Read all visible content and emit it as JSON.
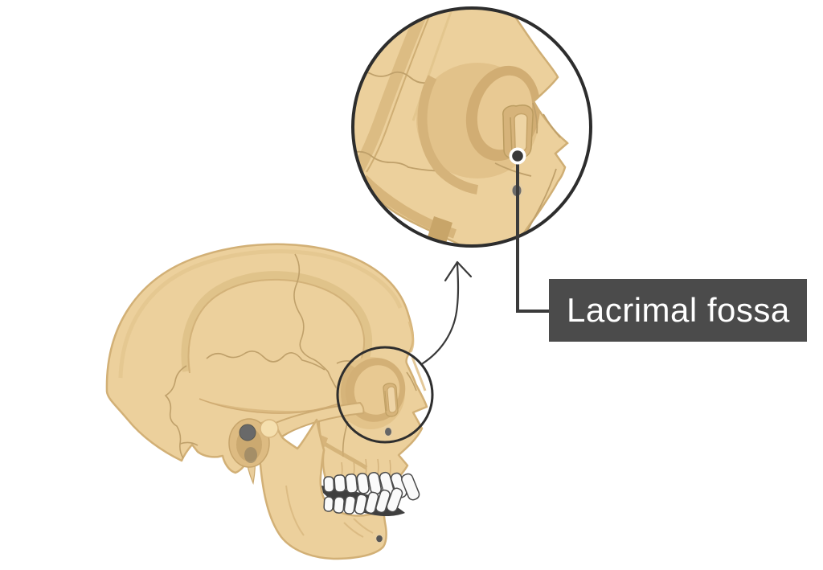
{
  "diagram": {
    "type": "anatomical-illustration",
    "label": {
      "text": "Lacrimal fossa",
      "text_color": "#ffffff",
      "background": "#4b4b4b"
    },
    "markers": {
      "dot_marker": "lacrimal-fossa-point",
      "zoom_circle": "orbit-zoom-indicator",
      "inset": "magnified-orbit-view",
      "arrow": "curved-arrow-to-inset"
    },
    "colors": {
      "background": "#ffffff",
      "bone": "#ecd09c",
      "bone_shade": "#d8b67c",
      "bone_deep": "#c8a569",
      "bone_light": "#f5dfae",
      "bone_outline": "#d2b076",
      "suture": "#bfa06a",
      "ear_canal": "#696969",
      "teeth": "#fafafa",
      "tooth_outline": "#4a4a4a",
      "mouth_gap": "#3f3f3f",
      "annotation": "#333333",
      "label_background": "#4b4b4b",
      "label_text": "#ffffff"
    }
  }
}
